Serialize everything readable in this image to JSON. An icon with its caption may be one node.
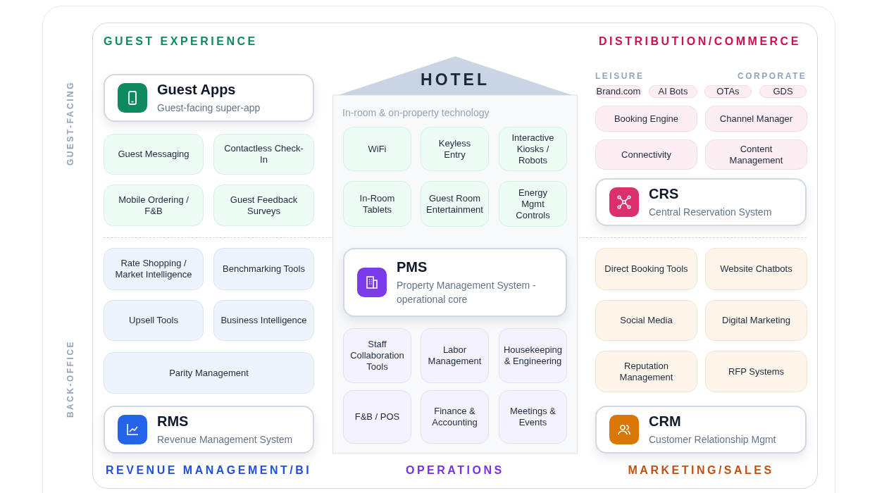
{
  "diagram": {
    "nodes": [
      {
        "text": [
          "Guest Apps",
          "Guest-facing super-app"
        ]
      },
      {
        "text": [
          "Guest Messaging"
        ]
      },
      {
        "text": [
          "Contactless Check-In"
        ]
      },
      {
        "text": [
          "Mobile Ordering / F&B"
        ]
      },
      {
        "text": [
          "Guest Feedback Surveys"
        ]
      },
      {
        "text": [
          "HOTEL",
          "In-room & on-property technology"
        ]
      },
      {
        "text": [
          "WiFi"
        ],
        "in": 5
      },
      {
        "text": [
          "Keyless Entry"
        ],
        "in": 5
      },
      {
        "text": [
          "Interactive Kiosks / Robots"
        ],
        "in": 5
      },
      {
        "text": [
          "In-Room Tablets"
        ],
        "in": 5
      },
      {
        "text": [
          "Guest Room Entertainment"
        ],
        "in": 5
      },
      {
        "text": [
          "Energy Mgmt Controls"
        ],
        "in": 5
      },
      {
        "text": [
          "Brand.com"
        ]
      },
      {
        "text": [
          "AI Bots"
        ]
      },
      {
        "text": [
          "OTAs"
        ]
      },
      {
        "text": [
          "GDS"
        ]
      },
      {
        "text": [
          "Booking Engine"
        ]
      },
      {
        "text": [
          "Channel Manager"
        ]
      },
      {
        "text": [
          "Connectivity"
        ]
      },
      {
        "text": [
          "Content Management"
        ]
      },
      {
        "text": [
          "CRS",
          "Central Reservation System"
        ]
      },
      {
        "text": [
          "Rate Shopping / Market Intelligence"
        ]
      },
      {
        "text": [
          "Benchmarking Tools"
        ]
      },
      {
        "text": [
          "Upsell Tools"
        ]
      },
      {
        "text": [
          "Business Intelligence"
        ]
      },
      {
        "text": [
          "Parity Management"
        ]
      },
      {
        "text": [
          "PMS",
          "Property Management System - operational core"
        ],
        "in": 5
      },
      {
        "text": [
          "Staff Collaboration Tools"
        ],
        "in": 5
      },
      {
        "text": [
          "Labor Management"
        ],
        "in": 5
      },
      {
        "text": [
          "Housekeeping & Engineering"
        ],
        "in": 5
      },
      {
        "text": [
          "F&B / POS"
        ],
        "in": 5
      },
      {
        "text": [
          "Finance & Accounting"
        ],
        "in": 5
      },
      {
        "text": [
          "Meetings & Events"
        ],
        "in": 5
      },
      {
        "text": [
          "Direct Booking Tools"
        ]
      },
      {
        "text": [
          "Website Chatbots"
        ]
      },
      {
        "text": [
          "Social Media"
        ]
      },
      {
        "text": [
          "Digital Marketing"
        ]
      },
      {
        "text": [
          "Reputation Management"
        ]
      },
      {
        "text": [
          "RFP Systems"
        ]
      },
      {
        "text": [
          "RMS",
          "Revenue Management System"
        ]
      },
      {
        "text": [
          "CRM",
          "Customer Relationship Mgmt"
        ]
      }
    ],
    "edges": [],
    "labels": [
      "GUEST EXPERIENCE",
      "DISTRIBUTION/COMMERCE",
      "GUEST-FACING",
      "LEISURE",
      "CORPORATE",
      "BACK-OFFICE",
      "REVENUE MANAGEMENT/BI",
      "OPERATIONS",
      "MARKETING/SALES"
    ]
  }
}
